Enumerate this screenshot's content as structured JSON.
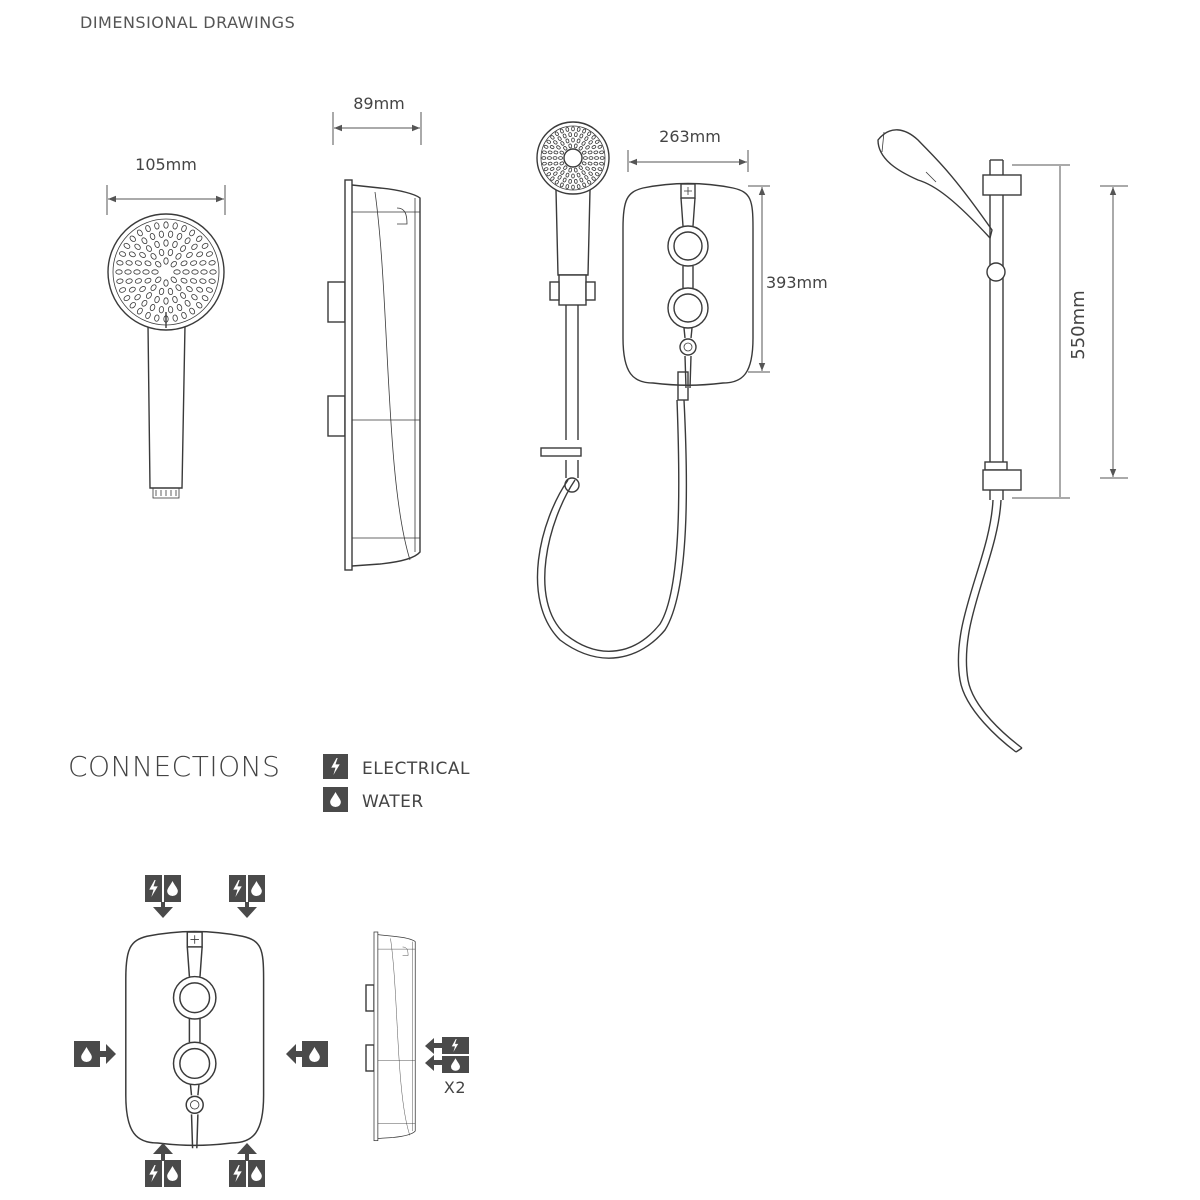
{
  "header": {
    "title": "DIMENSIONAL DRAWINGS"
  },
  "dimensions": {
    "handset_width": "105mm",
    "unit_depth": "89mm",
    "unit_width": "263mm",
    "unit_height": "393mm",
    "riser_rail_length": "550mm"
  },
  "connections": {
    "title": "CONNECTIONS",
    "legend": [
      {
        "icon": "electrical-icon",
        "label": "ELECTRICAL"
      },
      {
        "icon": "water-icon",
        "label": "WATER"
      }
    ],
    "side_entry_multiplier": "X2"
  },
  "colors": {
    "line": "#3a3a3a",
    "icon": "#4a4a4a"
  }
}
